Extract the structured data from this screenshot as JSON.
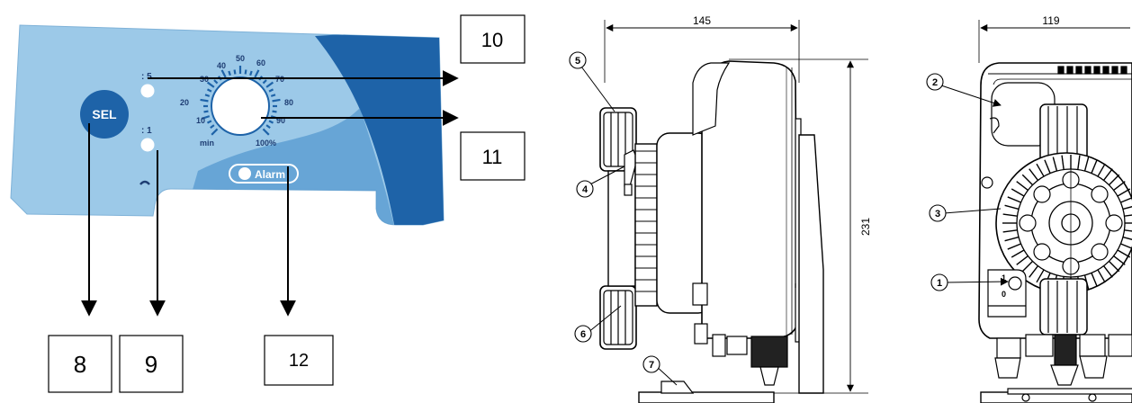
{
  "panel": {
    "sel_label": "SEL",
    "led_top_label": ": 5",
    "led_bottom_label": ": 1",
    "alarm_label": "Alarm",
    "dial_ticks": [
      "10",
      "20",
      "30",
      "40",
      "50",
      "60",
      "70",
      "80",
      "90"
    ],
    "dial_min": "min",
    "dial_max": "100%"
  },
  "callout_boxes": {
    "box_10": "10",
    "box_11": "11",
    "box_8": "8",
    "box_9": "9",
    "box_12": "12"
  },
  "dimensions": {
    "depth": "145",
    "width": "119",
    "height": "231"
  },
  "circle_labels": {
    "c1": "1",
    "c2": "2",
    "c3": "3",
    "c4": "4",
    "c5": "5",
    "c6": "6",
    "c7": "7"
  },
  "switch_marks": {
    "on": "1",
    "off": "0"
  },
  "colors": {
    "panel_light": "#9cc9e8",
    "panel_dark": "#1e63a8",
    "panel_mid": "#3c86c7",
    "line": "#000000"
  }
}
